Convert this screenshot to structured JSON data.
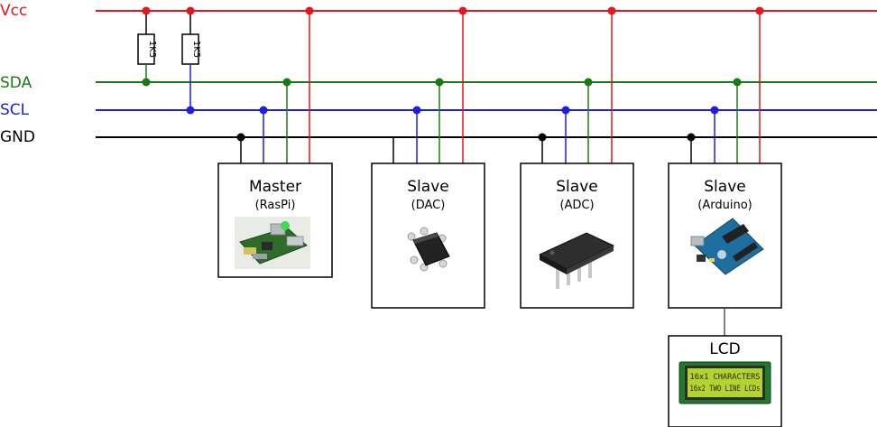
{
  "buses": {
    "vcc": {
      "label": "Vcc",
      "color": "#e8141b"
    },
    "sda": {
      "label": "SDA",
      "color": "#1a7a12"
    },
    "scl": {
      "label": "SCL",
      "color": "#1d1ee0"
    },
    "gnd": {
      "label": "GND",
      "color": "#000000"
    }
  },
  "resistors": [
    {
      "label": "1K5"
    },
    {
      "label": "1K5"
    }
  ],
  "devices": [
    {
      "title": "Master",
      "subtitle": "(RasPi)",
      "icon": "raspberry-pi-board-icon"
    },
    {
      "title": "Slave",
      "subtitle": "(DAC)",
      "icon": "sot-chip-icon"
    },
    {
      "title": "Slave",
      "subtitle": "(ADC)",
      "icon": "dip-chip-icon"
    },
    {
      "title": "Slave",
      "subtitle": "(Arduino)",
      "icon": "arduino-board-icon"
    }
  ],
  "lcd": {
    "title": "LCD",
    "screen_lines": [
      "16x1 CHARACTERS",
      "16x2 TWO LINE LCDs"
    ],
    "icon": "lcd-module-icon",
    "screen_color": "#b6d230"
  }
}
